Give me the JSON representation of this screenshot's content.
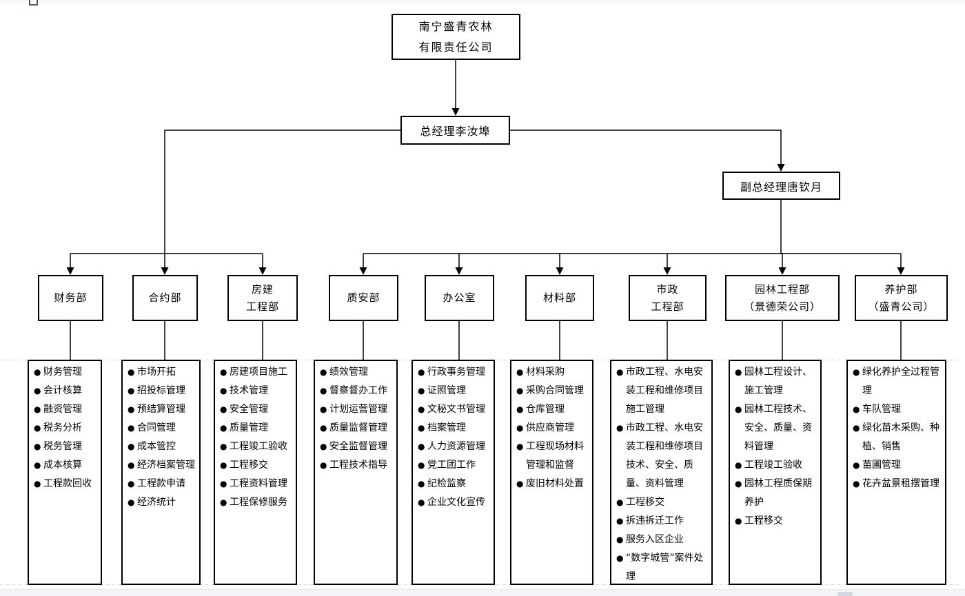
{
  "page": {
    "background_color": "#ffffff",
    "chrome_strip_color": "#f5f6f8",
    "line_color": "#000000",
    "grid_dash_color": "#d9d9d9"
  },
  "org_chart": {
    "bullet": "●",
    "root": {
      "company_lines": [
        "南宁盛青农林",
        "有限责任公司"
      ]
    },
    "general_manager": "总经理李汝埠",
    "deputy_general_manager": "副总经理唐钦月",
    "departments": [
      {
        "id": "finance",
        "name_lines": [
          "财务部"
        ],
        "duties": [
          "财务管理",
          "会计核算",
          "融资管理",
          "税务分析",
          "税务管理",
          "成本核算",
          "工程款回收"
        ]
      },
      {
        "id": "contract",
        "name_lines": [
          "合约部"
        ],
        "duties": [
          "市场开拓",
          "招投标管理",
          "预结算管理",
          "合同管理",
          "成本管控",
          "经济档案管理",
          "工程款申请",
          "经济统计"
        ]
      },
      {
        "id": "housing-construction",
        "name_lines": [
          "房建",
          "工程部"
        ],
        "duties": [
          "房建项目施工",
          "技术管理",
          "安全管理",
          "质量管理",
          "工程竣工验收",
          "工程移交",
          "工程资料管理",
          "工程保修服务"
        ]
      },
      {
        "id": "quality-safety",
        "name_lines": [
          "质安部"
        ],
        "duties": [
          "绩效管理",
          "督察督办工作",
          "计划运营管理",
          "质量监督管理",
          "安全监督管理",
          "工程技术指导"
        ]
      },
      {
        "id": "office",
        "name_lines": [
          "办公室"
        ],
        "duties": [
          "行政事务管理",
          "证照管理",
          "文秘文书管理",
          "档案管理",
          "人力资源管理",
          "党工团工作",
          "纪检监察",
          "企业文化宣传"
        ]
      },
      {
        "id": "materials",
        "name_lines": [
          "材料部"
        ],
        "duties": [
          "材料采购",
          "采购合同管理",
          "仓库管理",
          "供应商管理",
          "工程现场材料管理和监督",
          "废旧材料处置"
        ]
      },
      {
        "id": "municipal-engineering",
        "name_lines": [
          "市政",
          "工程部"
        ],
        "duties": [
          "市政工程、水电安装工程和维修项目施工管理",
          "市政工程、水电安装工程和维修项目技术、安全、质量、资料管理",
          "工程移交",
          "拆违拆迁工作",
          "服务入区企业",
          "“数字城管”案件处理"
        ]
      },
      {
        "id": "landscape-engineering",
        "name_lines": [
          "园林工程部",
          "（景德荣公司）"
        ],
        "duties": [
          "园林工程设计、施工管理",
          "园林工程技术、安全、质量、资料管理",
          "工程竣工验收",
          "园林工程质保期养护",
          "工程移交"
        ]
      },
      {
        "id": "maintenance",
        "name_lines": [
          "养护部",
          "（盛青公司）"
        ],
        "duties": [
          "绿化养护全过程管理",
          "车队管理",
          "绿化苗木采购、种植、销售",
          "苗圃管理",
          "花卉盆景租摆管理"
        ]
      }
    ]
  }
}
